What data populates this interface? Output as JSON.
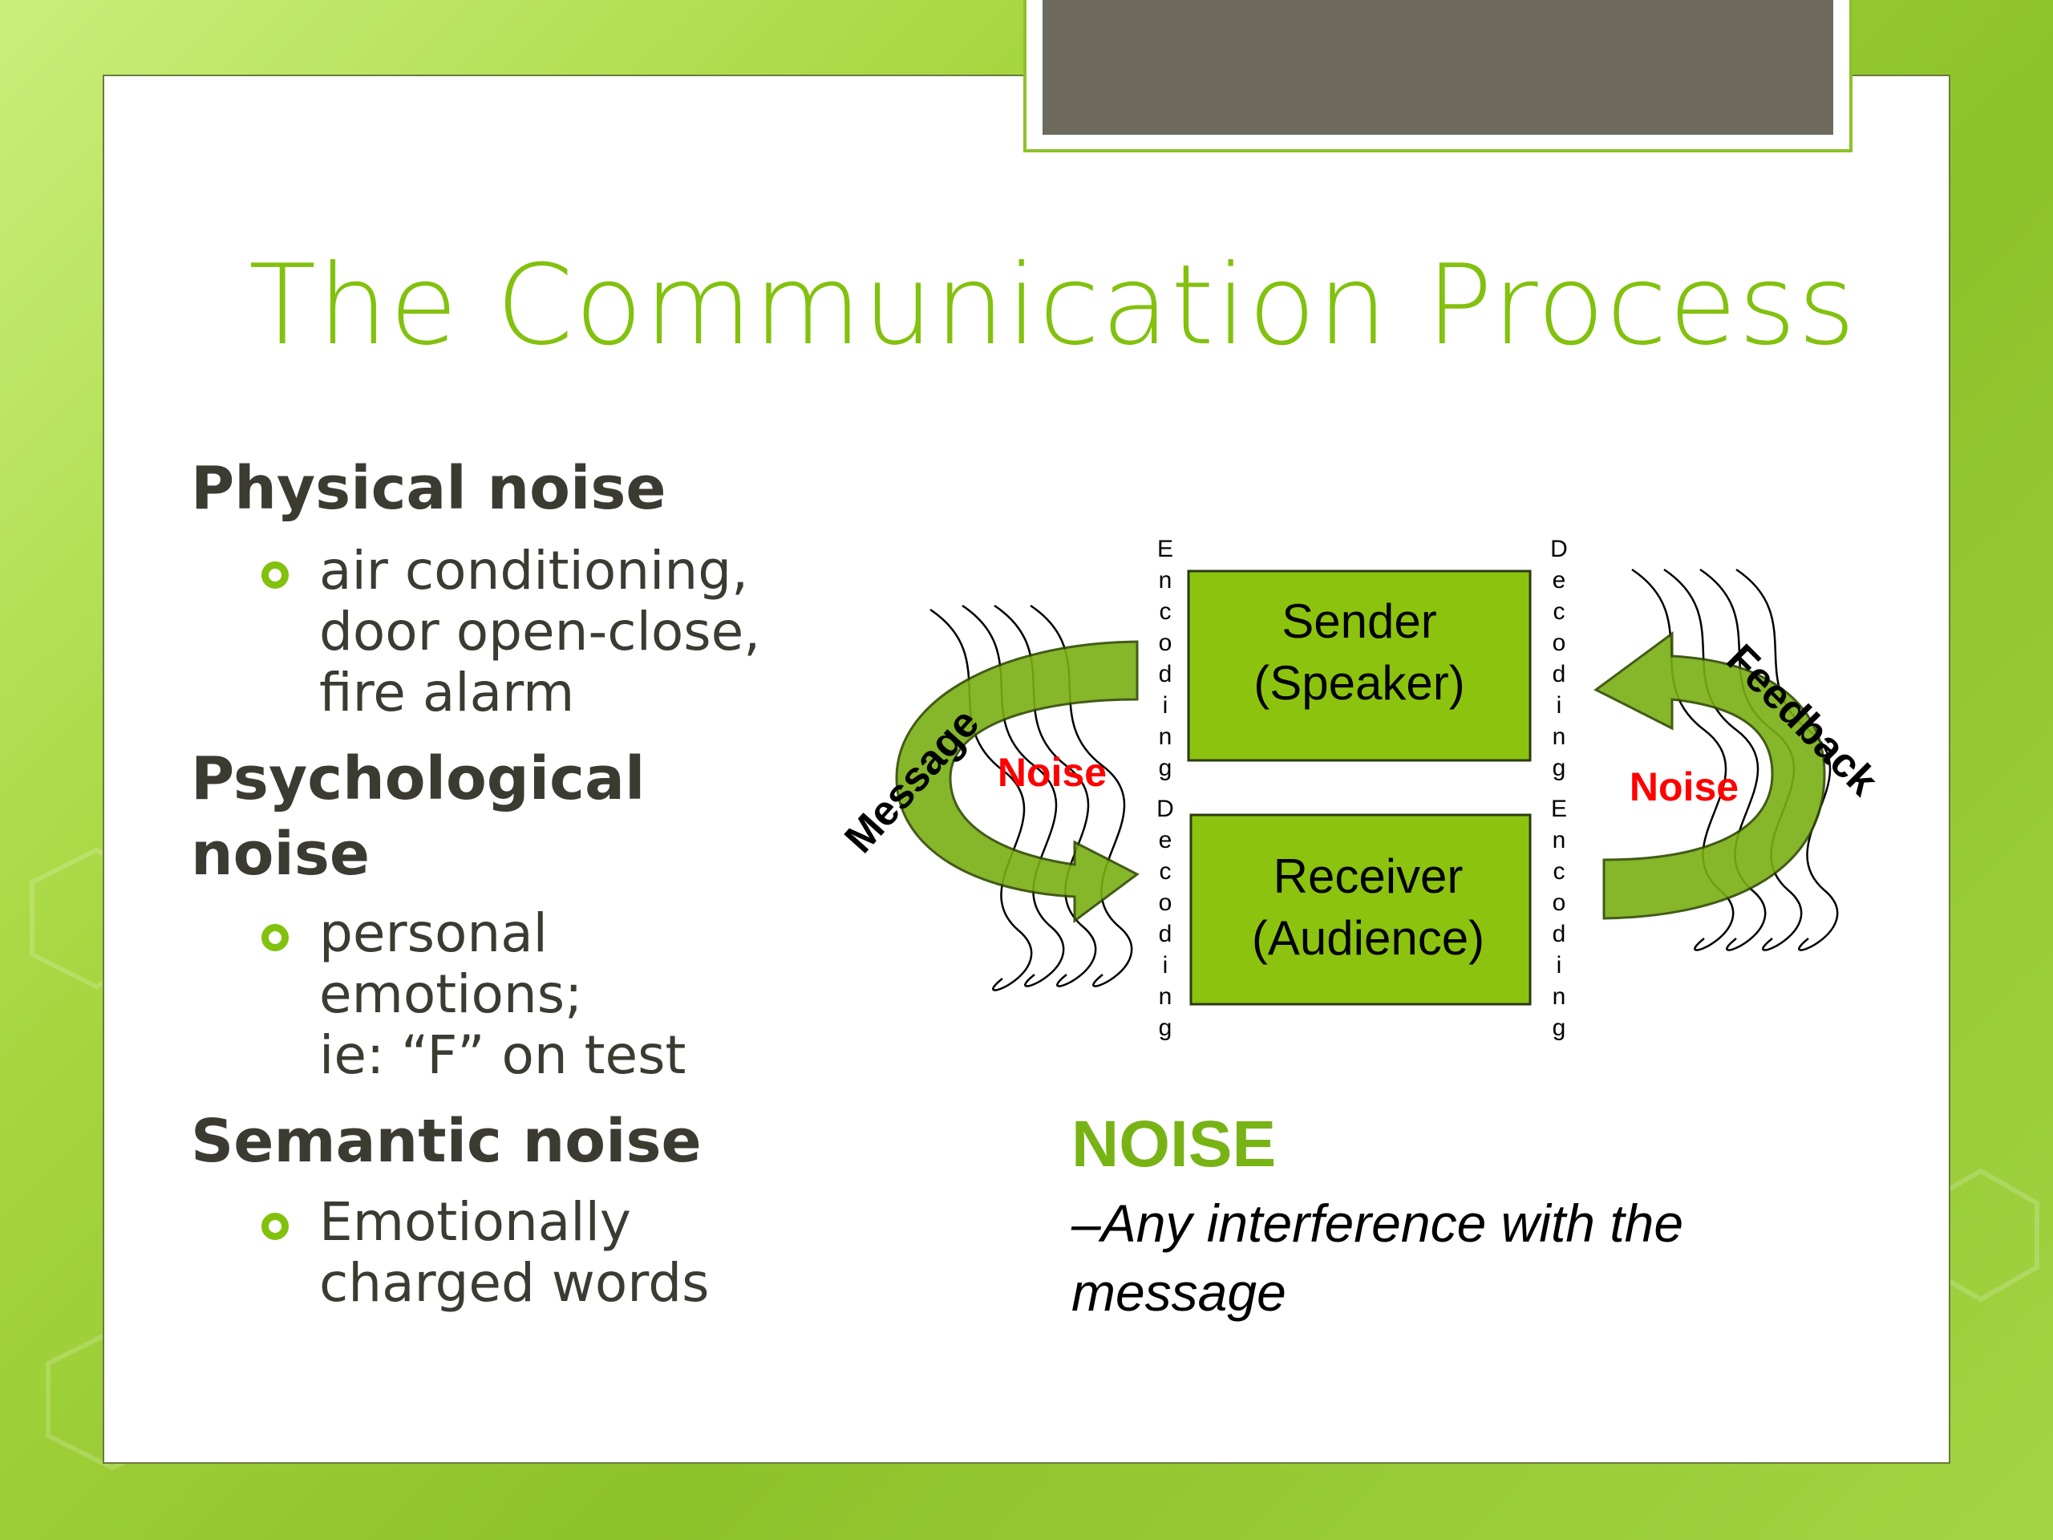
{
  "slide": {
    "title": "The Communication Process",
    "sections": [
      {
        "heading": "Physical noise",
        "bullet": "air conditioning,\ndoor open-close,\nfire alarm"
      },
      {
        "heading": "Psychological\nnoise",
        "bullet": "personal\nemotions;\nie: “F” on test"
      },
      {
        "heading": "Semantic noise",
        "bullet": "Emotionally\ncharged words"
      }
    ],
    "noise_title": "NOISE",
    "noise_definition": "–Any interference with the message"
  },
  "diagram": {
    "sender": [
      "Sender",
      "(Speaker)"
    ],
    "receiver": [
      "Receiver",
      "(Audience)"
    ],
    "message_label": "Message",
    "feedback_label": "Feedback",
    "noise_left": "Noise",
    "noise_right": "Noise",
    "vertical_left_top": "Encoding",
    "vertical_left_bottom": "Decoding",
    "vertical_right_top": "Decoding",
    "vertical_right_bottom": "Encoding"
  },
  "colors": {
    "accent": "#82c10e",
    "box_fill": "#8cc30f",
    "arrow_fill": "#7aaf13",
    "noise_red": "#ff0000",
    "tab_gray": "#6e6a5d"
  }
}
